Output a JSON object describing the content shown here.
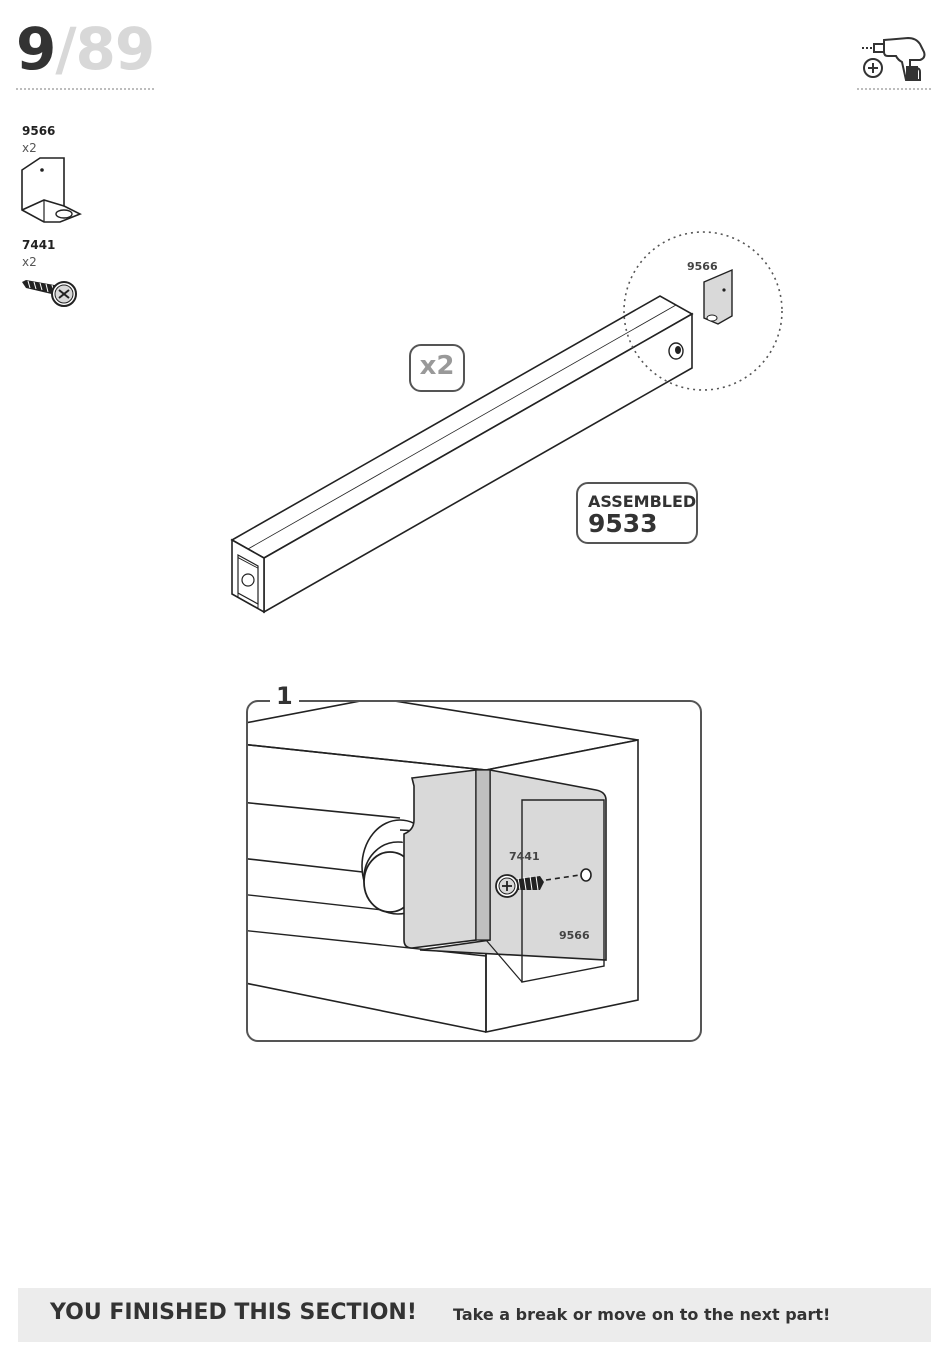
{
  "header": {
    "current_step": "9",
    "separator": "/",
    "total_steps": "89",
    "tool_icon": "electric-drill-icon"
  },
  "parts": [
    {
      "code": "9566",
      "qty": "x2",
      "icon": "l-bracket-icon"
    },
    {
      "code": "7441",
      "qty": "x2",
      "icon": "screw-icon"
    }
  ],
  "overview": {
    "multiplier": "x2",
    "detail_part_code": "9566",
    "assembled_label": "ASSEMBLED",
    "assembled_code": "9533"
  },
  "step_detail": {
    "step_number": "1",
    "screw_callout": "7441",
    "bracket_callout": "9566"
  },
  "footer": {
    "main": "YOU FINISHED THIS SECTION!",
    "sub": "Take a break or move on to the next part!"
  },
  "colors": {
    "line": "#222222",
    "part_fill": "#d9d9d9",
    "footer_bg": "#ececec"
  }
}
